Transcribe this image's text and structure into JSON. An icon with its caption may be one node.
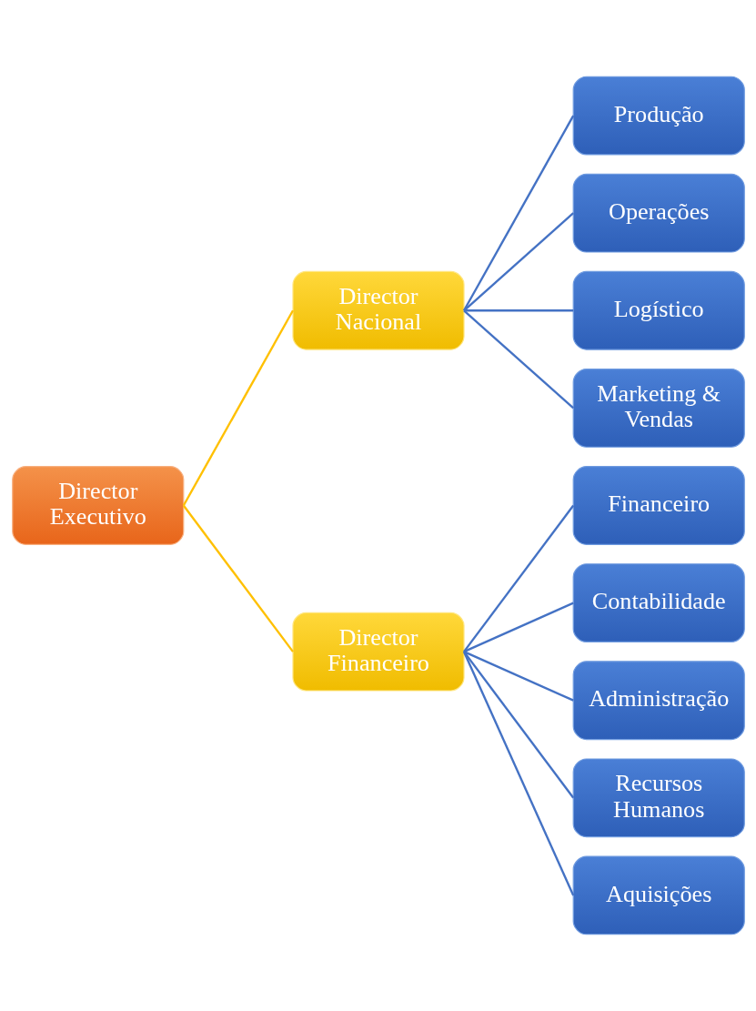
{
  "diagram": {
    "nodes": [
      {
        "text": [
          "Director Executivo"
        ]
      },
      {
        "text": [
          "Director Nacional"
        ]
      },
      {
        "text": [
          "Director Financeiro"
        ]
      },
      {
        "text": [
          "Produção"
        ]
      },
      {
        "text": [
          "Operações"
        ]
      },
      {
        "text": [
          "Logístico"
        ]
      },
      {
        "text": [
          "Marketing & Vendas"
        ]
      },
      {
        "text": [
          "Financeiro"
        ]
      },
      {
        "text": [
          "Contabilidade"
        ]
      },
      {
        "text": [
          "Administração"
        ]
      },
      {
        "text": [
          "Recursos Humanos"
        ]
      },
      {
        "text": [
          "Aquisições"
        ]
      }
    ],
    "edges": [
      {
        "from": 0,
        "to": 1,
        "arrow": "none",
        "color": "#ffc000"
      },
      {
        "from": 0,
        "to": 2,
        "arrow": "none",
        "color": "#ffc000"
      },
      {
        "from": 1,
        "to": 3,
        "arrow": "none"
      },
      {
        "from": 1,
        "to": 4,
        "arrow": "none"
      },
      {
        "from": 1,
        "to": 5,
        "arrow": "none"
      },
      {
        "from": 1,
        "to": 6,
        "arrow": "none"
      },
      {
        "from": 2,
        "to": 7,
        "arrow": "none"
      },
      {
        "from": 2,
        "to": 8,
        "arrow": "none"
      },
      {
        "from": 2,
        "to": 9,
        "arrow": "none"
      },
      {
        "from": 2,
        "to": 10,
        "arrow": "none"
      },
      {
        "from": 2,
        "to": 11,
        "arrow": "none"
      }
    ]
  }
}
